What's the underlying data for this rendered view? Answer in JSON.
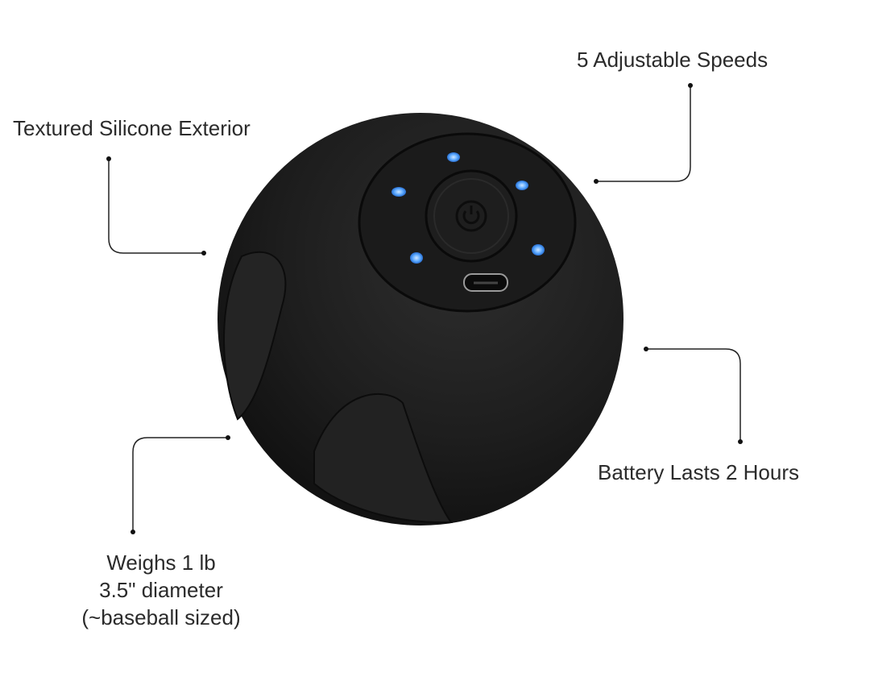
{
  "callouts": {
    "texture": "Textured Silicone Exterior",
    "speeds": "5 Adjustable Speeds",
    "battery": "Battery Lasts 2 Hours",
    "weight": [
      "Weighs 1 lb",
      "3.5\" diameter",
      "(~baseball sized)"
    ]
  },
  "colors": {
    "ball": "#1c1c1c",
    "led": "#5aa8ff",
    "text": "#2b2b2b"
  },
  "product": {
    "led_count": 5,
    "icons": [
      "power-icon",
      "usb-c-port-icon"
    ]
  }
}
